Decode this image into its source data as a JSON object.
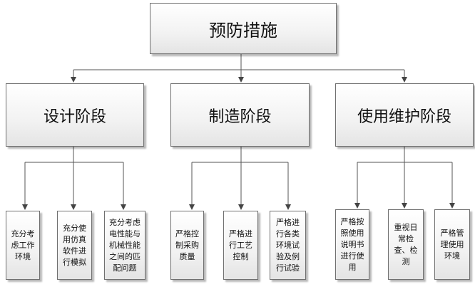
{
  "root": {
    "label": "预防措施"
  },
  "stages": [
    {
      "label": "设计阶段",
      "items": [
        "充分考虑工作环境",
        "充分使用仿真软件进行模拟",
        "充分考虑电性能与机械性能之间的匹配问题"
      ]
    },
    {
      "label": "制造阶段",
      "items": [
        "严格控制采购质量",
        "严格进行工艺控制",
        "严格进行各类环境试验及例行试验"
      ]
    },
    {
      "label": "使用维护阶段",
      "items": [
        "严格按照使用说明书进行使用",
        "重视日常检查、检测",
        "严格管理使用环境"
      ]
    }
  ]
}
